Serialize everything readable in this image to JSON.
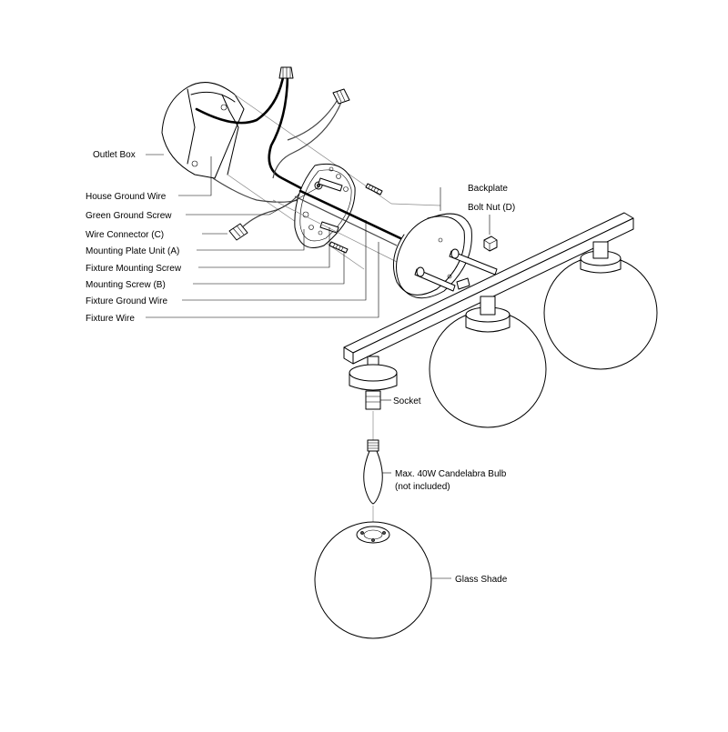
{
  "labels": {
    "outlet_box": "Outlet Box",
    "house_ground_wire": "House Ground Wire",
    "green_ground_screw": "Green Ground Screw",
    "wire_connector": "Wire Connector (C)",
    "mounting_plate": "Mounting Plate Unit (A)",
    "fixture_mounting_screw": "Fixture Mounting Screw",
    "mounting_screw": "Mounting Screw (B)",
    "fixture_ground_wire": "Fixture Ground Wire",
    "fixture_wire": "Fixture Wire",
    "backplate": "Backplate",
    "bolt_nut": "Bolt Nut (D)",
    "socket": "Socket",
    "bulb_line1": "Max. 40W Candelabra Bulb",
    "bulb_line2": "(not included)",
    "glass_shade": "Glass Shade"
  }
}
